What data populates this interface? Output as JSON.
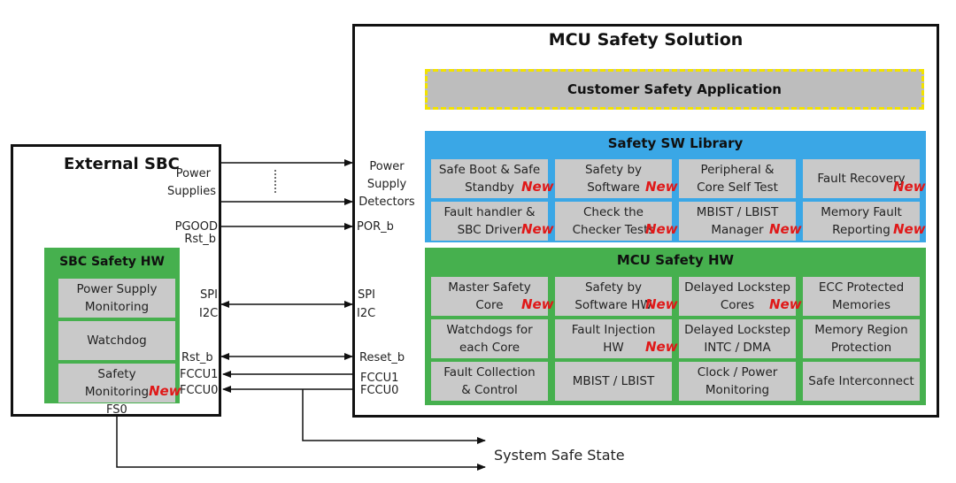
{
  "mcu": {
    "title": "MCU Safety Solution",
    "customer_app": "Customer Safety Application",
    "sw_library": {
      "title": "Safety SW Library",
      "cells": [
        {
          "label": "Safe Boot & Safe\nStandby",
          "is_new": true
        },
        {
          "label": "Safety by\nSoftware",
          "is_new": true
        },
        {
          "label": "Peripheral &\nCore Self Test",
          "is_new": false
        },
        {
          "label": "Fault Recovery",
          "is_new": true
        },
        {
          "label": "Fault handler &\nSBC Driver",
          "is_new": true
        },
        {
          "label": "Check the\nChecker Tests",
          "is_new": true
        },
        {
          "label": "MBIST / LBIST\nManager",
          "is_new": true
        },
        {
          "label": "Memory Fault\nReporting",
          "is_new": true
        }
      ]
    },
    "safety_hw": {
      "title": "MCU Safety HW",
      "cells": [
        {
          "label": "Master Safety\nCore",
          "is_new": true
        },
        {
          "label": "Safety by\nSoftware HW",
          "is_new": true
        },
        {
          "label": "Delayed Lockstep\nCores",
          "is_new": true
        },
        {
          "label": "ECC Protected\nMemories",
          "is_new": false
        },
        {
          "label": "Watchdogs for\neach Core",
          "is_new": false
        },
        {
          "label": "Fault Injection\nHW",
          "is_new": true
        },
        {
          "label": "Delayed Lockstep\nINTC / DMA",
          "is_new": false
        },
        {
          "label": "Memory Region\nProtection",
          "is_new": false
        },
        {
          "label": "Fault Collection\n& Control",
          "is_new": false
        },
        {
          "label": "MBIST / LBIST",
          "is_new": false
        },
        {
          "label": "Clock / Power\nMonitoring",
          "is_new": false
        },
        {
          "label": "Safe Interconnect",
          "is_new": false
        }
      ]
    },
    "signals": {
      "power_supply_detectors": "Power\nSupply\nDetectors",
      "por_b": "POR_b",
      "spi": "SPI",
      "i2c": "I2C",
      "reset_b": "Reset_b",
      "fccu1": "FCCU1",
      "fccu0": "FCCU0"
    }
  },
  "sbc": {
    "title": "External SBC",
    "safety_hw": {
      "title": "SBC Safety HW",
      "cells": [
        {
          "label": "Power Supply\nMonitoring",
          "is_new": false
        },
        {
          "label": "Watchdog",
          "is_new": false
        },
        {
          "label": "Safety\nMonitoring",
          "is_new": true
        }
      ]
    },
    "signals": {
      "power": "Power",
      "supplies": "Supplies",
      "pgood": "PGOOD",
      "rst_b_top": "Rst_b",
      "spi": "SPI",
      "i2c": "I2C",
      "rst_b": "Rst_b",
      "fccu1": "FCCU1",
      "fccu0": "FCCU0",
      "fs0": "FS0"
    }
  },
  "new_label": "New",
  "system_safe_state": "System Safe State",
  "colors": {
    "blue_band": "#3aa7e6",
    "green_band": "#46b04e",
    "cell_gray": "#c9c9c9",
    "customer_gray": "#bdbdbd",
    "customer_border": "#f2e200",
    "new_red": "#e01818"
  }
}
